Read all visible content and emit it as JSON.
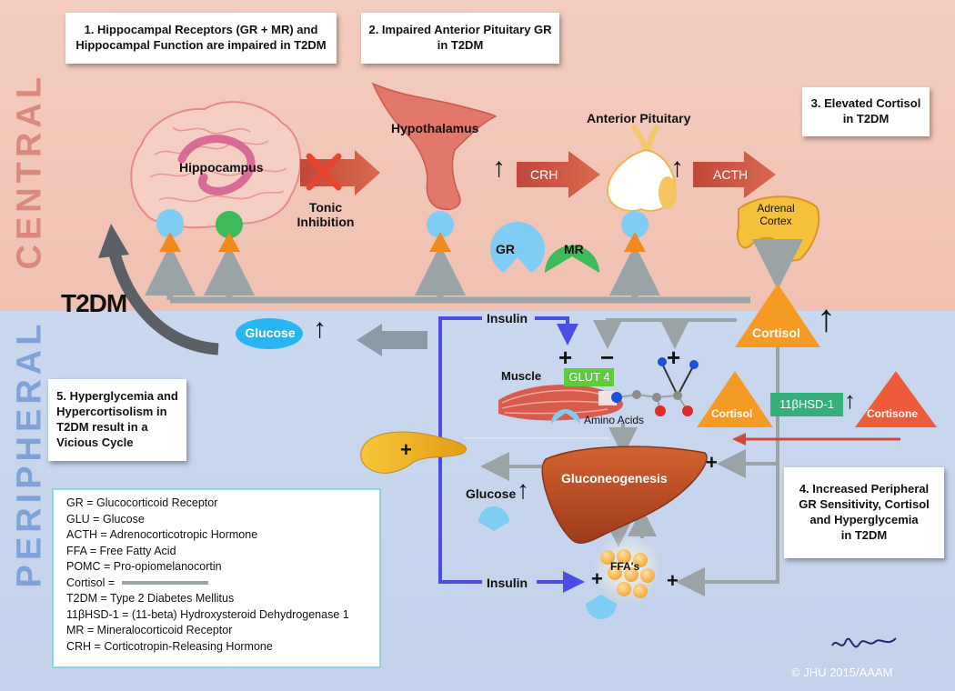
{
  "boxes": {
    "box1": "1. Hippocampal Receptors (GR + MR) and\nHippocampal Function are impaired in T2DM",
    "box2": "2. Impaired Anterior Pituitary GR\nin T2DM",
    "box3": "3. Elevated Cortisol\nin T2DM",
    "box4": "4. Increased Peripheral\nGR Sensitivity, Cortisol\nand Hyperglycemia\nin T2DM",
    "box5": "5. Hyperglycemia and\nHypercortisolism in\nT2DM result in a\nVicious Cycle"
  },
  "zones": {
    "central": "CENTRAL",
    "peripheral": "PERIPHERAL"
  },
  "labels": {
    "hippocampus": "Hippocampus",
    "tonic_inhibition": "Tonic\nInhibition",
    "hypothalamus": "Hypothalamus",
    "anterior_pituitary": "Anterior Pituitary",
    "crh": "CRH",
    "acth": "ACTH",
    "adrenal_cortex": "Adrenal\nCortex",
    "gr": "GR",
    "mr": "MR",
    "t2dm": "T2DM",
    "glucose_pill": "Glucose",
    "cortisol_big": "Cortisol",
    "insulin_top": "Insulin",
    "insulin_bottom": "Insulin",
    "muscle": "Muscle",
    "glut4": "GLUT 4",
    "amino_acids": "Amino Acids",
    "cortisol_small": "Cortisol",
    "hsd": "11βHSD-1",
    "cortisone": "Cortisone",
    "gluconeogenesis": "Gluconeogenesis",
    "glucose_liver": "Glucose",
    "ffa": "FFA's",
    "copyright": "© JHU 2015/AAAM",
    "up_arrow": "↑",
    "plus": "+",
    "minus": "−"
  },
  "legend": [
    "GR =  Glucocorticoid Receptor",
    "GLU = Glucose",
    "ACTH = Adrenocorticotropic Hormone",
    "FFA = Free Fatty Acid",
    "POMC = Pro-opiomelanocortin",
    "Cortisol =",
    "T2DM = Type 2 Diabetes Mellitus",
    "11βHSD-1 = (11-beta) Hydroxysteroid Dehydrogenase 1",
    "MR = Mineralocorticoid Receptor",
    "CRH = Corticotropin-Releasing Hormone"
  ],
  "colors": {
    "central_bg": "#f1c7b9",
    "peripheral_bg": "#c7d6ec",
    "gr_receptor": "#7fcdf2",
    "mr_receptor": "#3dbb5a",
    "orange_triangle": "#f08a1c",
    "cortisol": "#f59a22",
    "cortisone": "#ee5b3a",
    "hsd": "#35b07a",
    "insulin_path": "#4c4de3",
    "pathway_gray": "#9aa3a5"
  }
}
